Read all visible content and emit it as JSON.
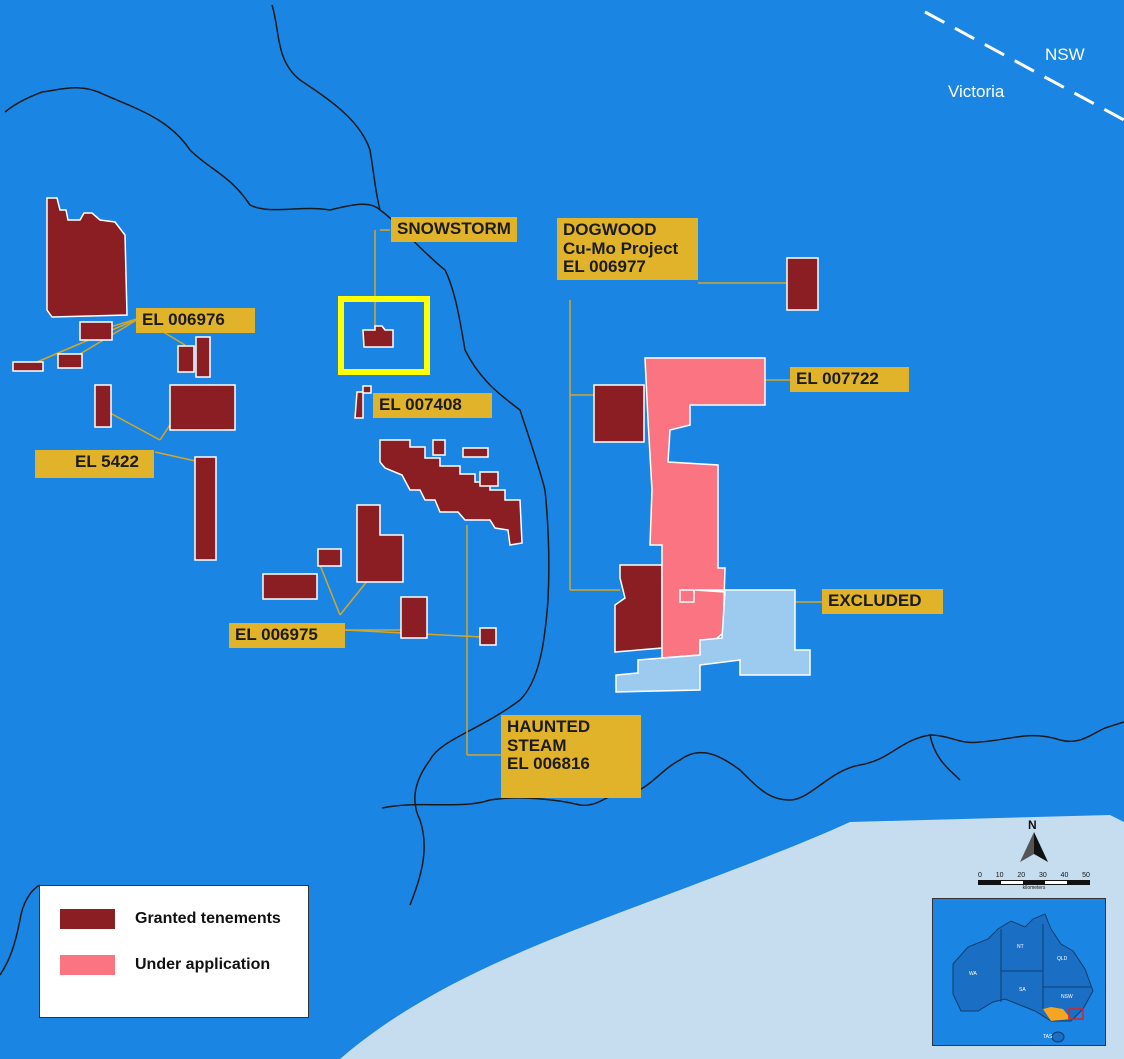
{
  "states": {
    "nsw": "NSW",
    "victoria": "Victoria"
  },
  "labels": {
    "snowstorm": "SNOWSTORM",
    "dogwood": [
      "DOGWOOD",
      "Cu-Mo Project",
      "EL 006977"
    ],
    "el006976": "EL 006976",
    "el007408": "EL 007408",
    "el007722": "EL 007722",
    "el5422": "EL 5422",
    "el006975": "EL 006975",
    "excluded": "EXCLUDED",
    "haunted": [
      "HAUNTED",
      "STEAM",
      "EL 006816"
    ]
  },
  "legend": {
    "granted": "Granted tenements",
    "application": "Under application"
  },
  "north": "N",
  "scale": {
    "ticks": [
      "0",
      "10",
      "20",
      "30",
      "40",
      "50"
    ],
    "unit": "kilometers"
  },
  "inset_states": [
    "WA",
    "NT",
    "SA",
    "QLD",
    "NSW",
    "TAS"
  ],
  "colors": {
    "sea": "#1a85e2",
    "land_sea": "#c6ddef",
    "granted": "#8b1e22",
    "application": "#fb7482",
    "excluded": "#9ccbef",
    "label_bg": "#e0b32a",
    "highlight": "#ffff00"
  }
}
